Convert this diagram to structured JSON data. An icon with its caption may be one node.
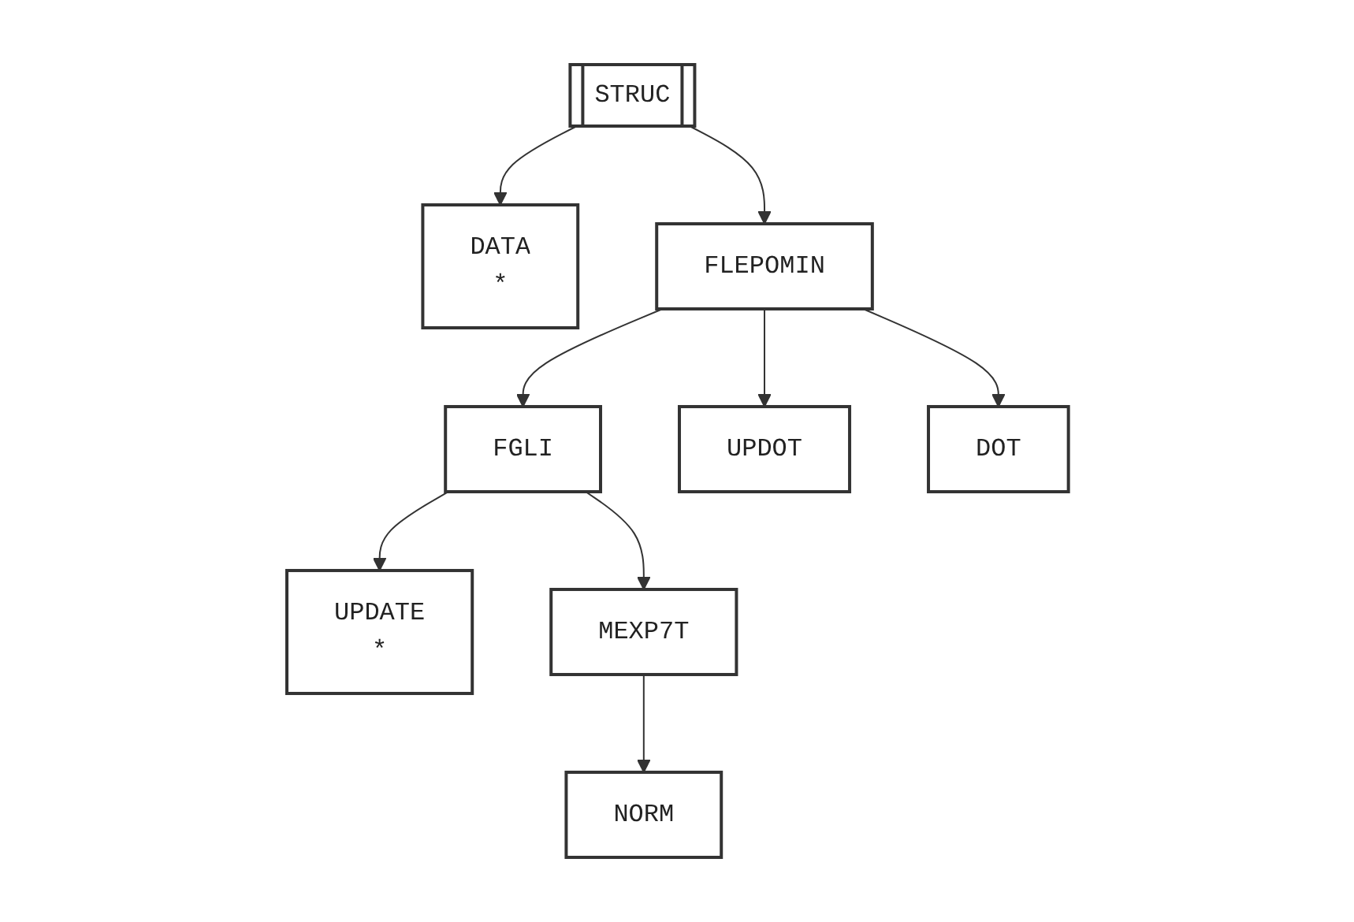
{
  "diagram": {
    "nodes": [
      {
        "text": [
          "STRUC"
        ]
      },
      {
        "text": [
          "DATA",
          "*"
        ]
      },
      {
        "text": [
          "FLEPOMIN"
        ]
      },
      {
        "text": [
          "FGLI"
        ]
      },
      {
        "text": [
          "UPDOT"
        ]
      },
      {
        "text": [
          "DOT"
        ]
      },
      {
        "text": [
          "UPDATE",
          "*"
        ]
      },
      {
        "text": [
          "MEXP7T"
        ]
      },
      {
        "text": [
          "NORM"
        ]
      }
    ],
    "edges": [
      {
        "from": 0,
        "to": 1,
        "arrow": "to"
      },
      {
        "from": 0,
        "to": 2,
        "arrow": "to"
      },
      {
        "from": 2,
        "to": 3,
        "arrow": "to"
      },
      {
        "from": 2,
        "to": 4,
        "arrow": "to"
      },
      {
        "from": 2,
        "to": 5,
        "arrow": "to"
      },
      {
        "from": 3,
        "to": 6,
        "arrow": "to"
      },
      {
        "from": 3,
        "to": 7,
        "arrow": "to"
      },
      {
        "from": 7,
        "to": 8,
        "arrow": "to"
      }
    ]
  }
}
